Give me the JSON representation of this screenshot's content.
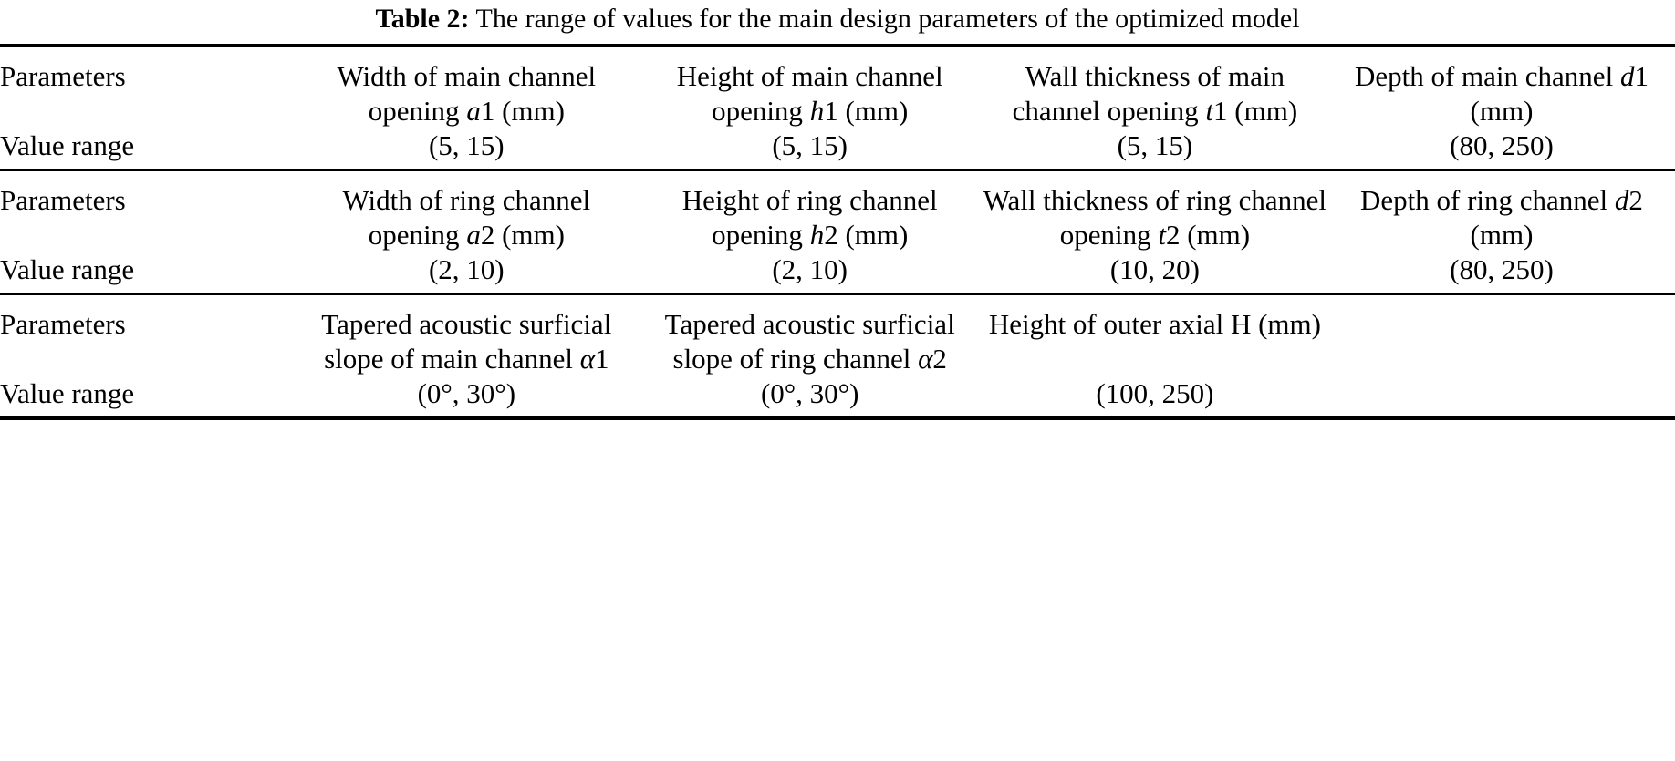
{
  "caption": {
    "label": "Table 2:",
    "text": "The range of values for the main design parameters of the optimized model"
  },
  "table": {
    "row_label_parameters": "Parameters",
    "row_label_value_range": "Value range",
    "blocks": [
      {
        "parameters": [
          "Width of main channel opening a1 (mm)",
          "Height of main channel opening h1 (mm)",
          "Wall thickness of main channel opening t1 (mm)",
          "Depth of main channel d1 (mm)"
        ],
        "parameters_parts": [
          {
            "pre": "Width of main channel opening ",
            "sym": "a",
            "post": "1 (mm)"
          },
          {
            "pre": "Height of main channel opening ",
            "sym": "h",
            "post": "1 (mm)"
          },
          {
            "pre": "Wall thickness of main channel opening ",
            "sym": "t",
            "post": "1 (mm)"
          },
          {
            "pre": "Depth of main channel ",
            "sym": "d",
            "post": "1 (mm)"
          }
        ],
        "values": [
          "(5, 15)",
          "(5, 15)",
          "(5, 15)",
          "(80, 250)"
        ]
      },
      {
        "parameters": [
          "Width of ring channel opening a2 (mm)",
          "Height of ring channel opening h2 (mm)",
          "Wall thickness of ring channel opening t2 (mm)",
          "Depth of ring channel d2 (mm)"
        ],
        "parameters_parts": [
          {
            "pre": "Width of ring channel opening ",
            "sym": "a",
            "post": "2 (mm)"
          },
          {
            "pre": "Height of ring channel opening ",
            "sym": "h",
            "post": "2 (mm)"
          },
          {
            "pre": "Wall thickness of ring channel opening ",
            "sym": "t",
            "post": "2 (mm)"
          },
          {
            "pre": "Depth of ring channel ",
            "sym": "d",
            "post": "2 (mm)"
          }
        ],
        "values": [
          "(2, 10)",
          "(2, 10)",
          "(10, 20)",
          "(80, 250)"
        ]
      },
      {
        "parameters": [
          "Tapered acoustic surficial slope of main channel α1",
          "Tapered acoustic surficial slope of ring channel α2",
          "Height of outer axial H (mm)",
          ""
        ],
        "parameters_parts": [
          {
            "pre": "Tapered acoustic surficial slope of main channel ",
            "sym": "α",
            "post": "1"
          },
          {
            "pre": "Tapered acoustic surficial slope of ring channel ",
            "sym": "α",
            "post": "2"
          },
          {
            "pre": "Height of outer axial H (mm)",
            "sym": "",
            "post": ""
          },
          {
            "pre": "",
            "sym": "",
            "post": ""
          }
        ],
        "values": [
          "(0°, 30°)",
          "(0°, 30°)",
          "(100, 250)",
          ""
        ]
      }
    ]
  }
}
